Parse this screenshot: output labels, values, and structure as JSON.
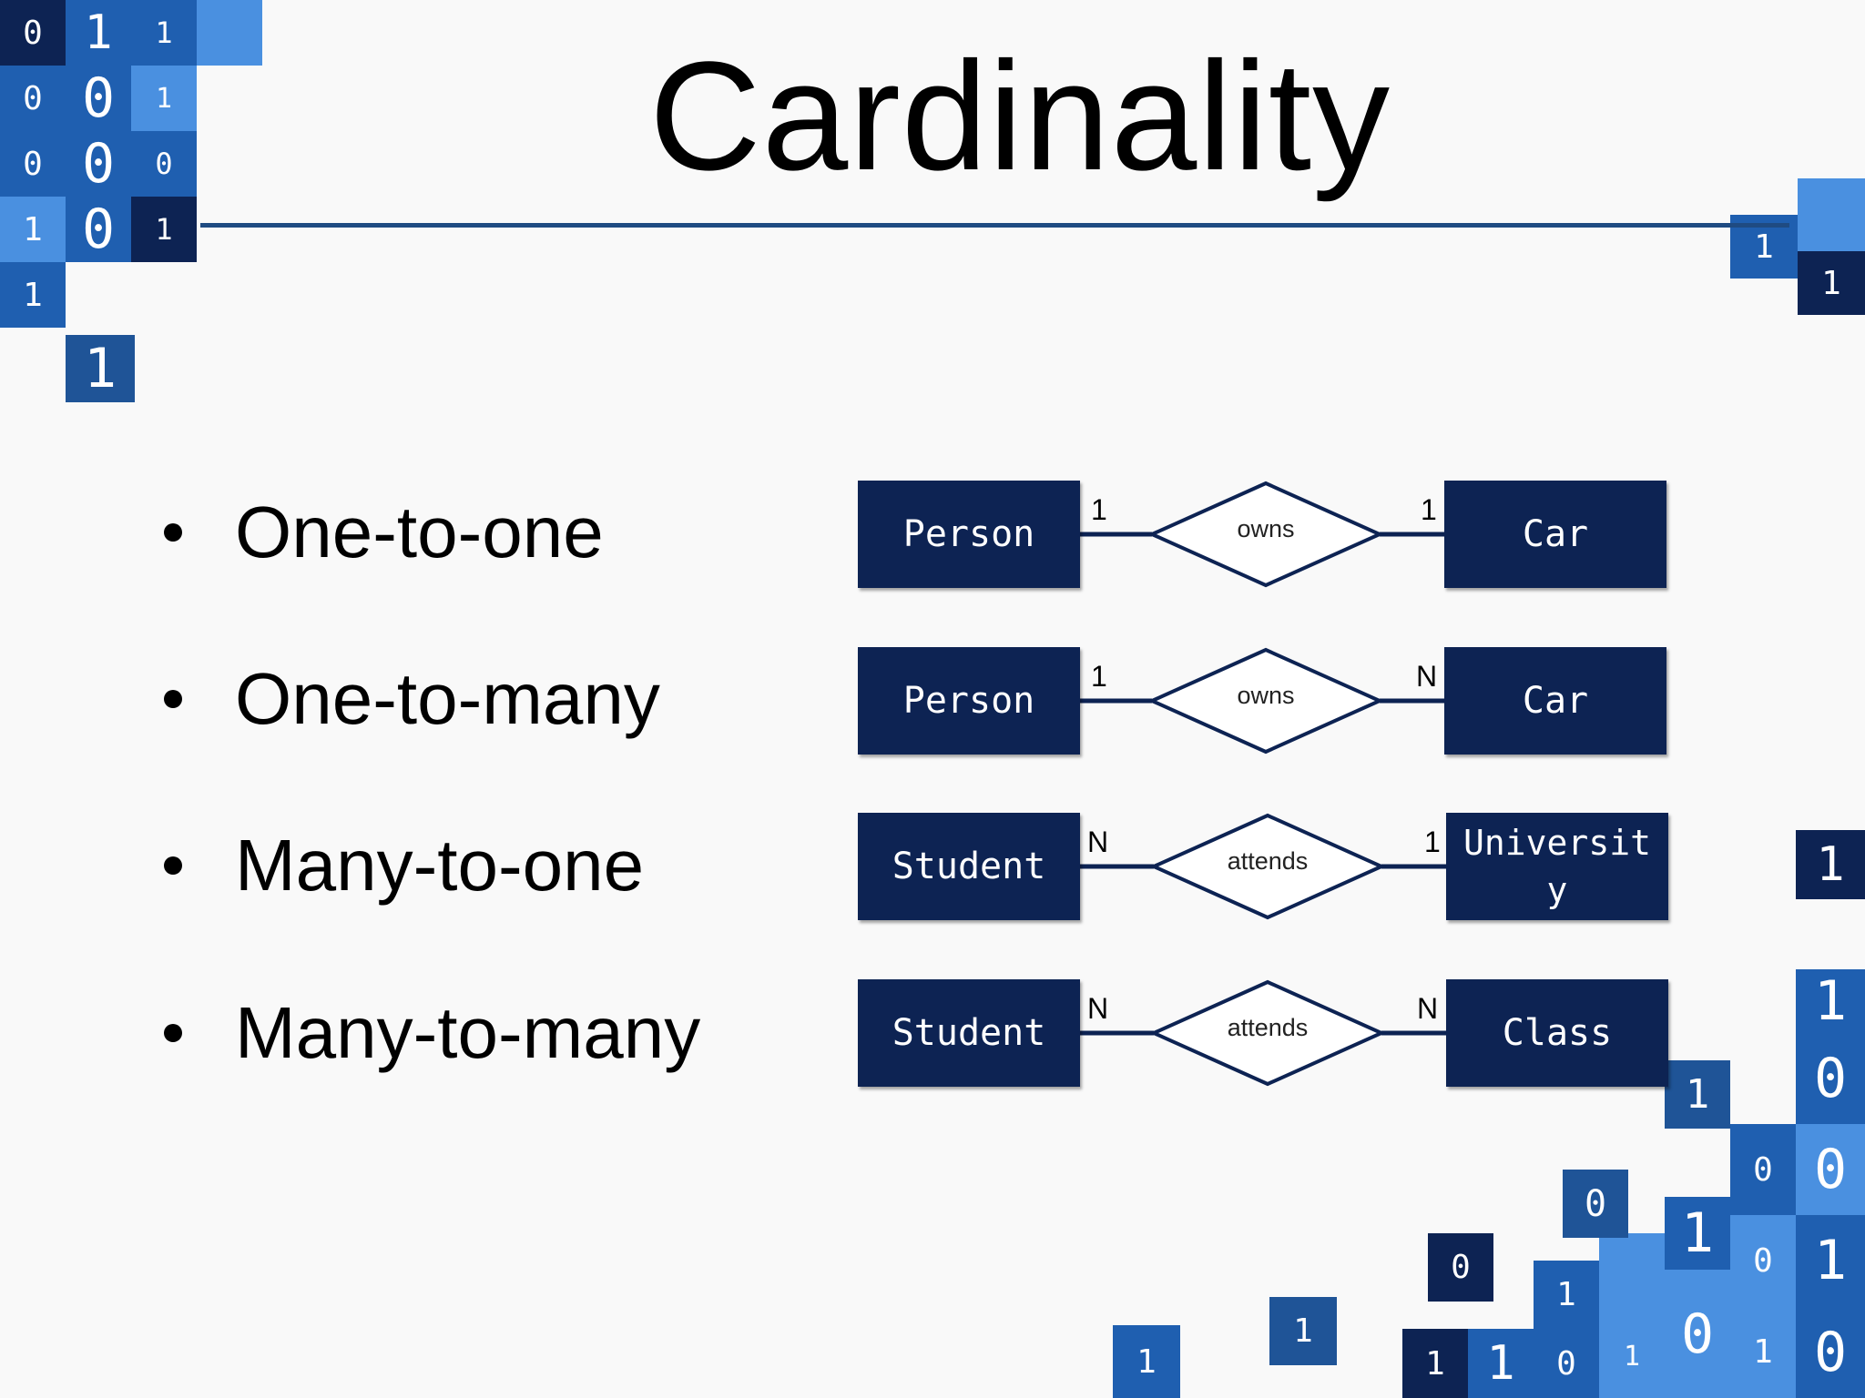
{
  "slide": {
    "title": "Cardinality",
    "bullets": [
      {
        "label": "One-to-one"
      },
      {
        "label": "One-to-many"
      },
      {
        "label": "Many-to-one"
      },
      {
        "label": "Many-to-many"
      }
    ],
    "er_rows": [
      {
        "left": "Person",
        "relationship": "owns",
        "left_card": "1",
        "right_card": "1",
        "right": "Car"
      },
      {
        "left": "Person",
        "relationship": "owns",
        "left_card": "1",
        "right_card": "N",
        "right": "Car"
      },
      {
        "left": "Student",
        "relationship": "attends",
        "left_card": "N",
        "right_card": "1",
        "right": "Universit\ny"
      },
      {
        "left": "Student",
        "relationship": "attends",
        "left_card": "N",
        "right_card": "N",
        "right": "Class"
      }
    ]
  },
  "colors": {
    "entity_fill": "#0d2353",
    "rule": "#1f4b82",
    "tile_dark": "#0d2353",
    "tile_mid": "#1f5fb0",
    "tile_light": "#4a90e0"
  }
}
